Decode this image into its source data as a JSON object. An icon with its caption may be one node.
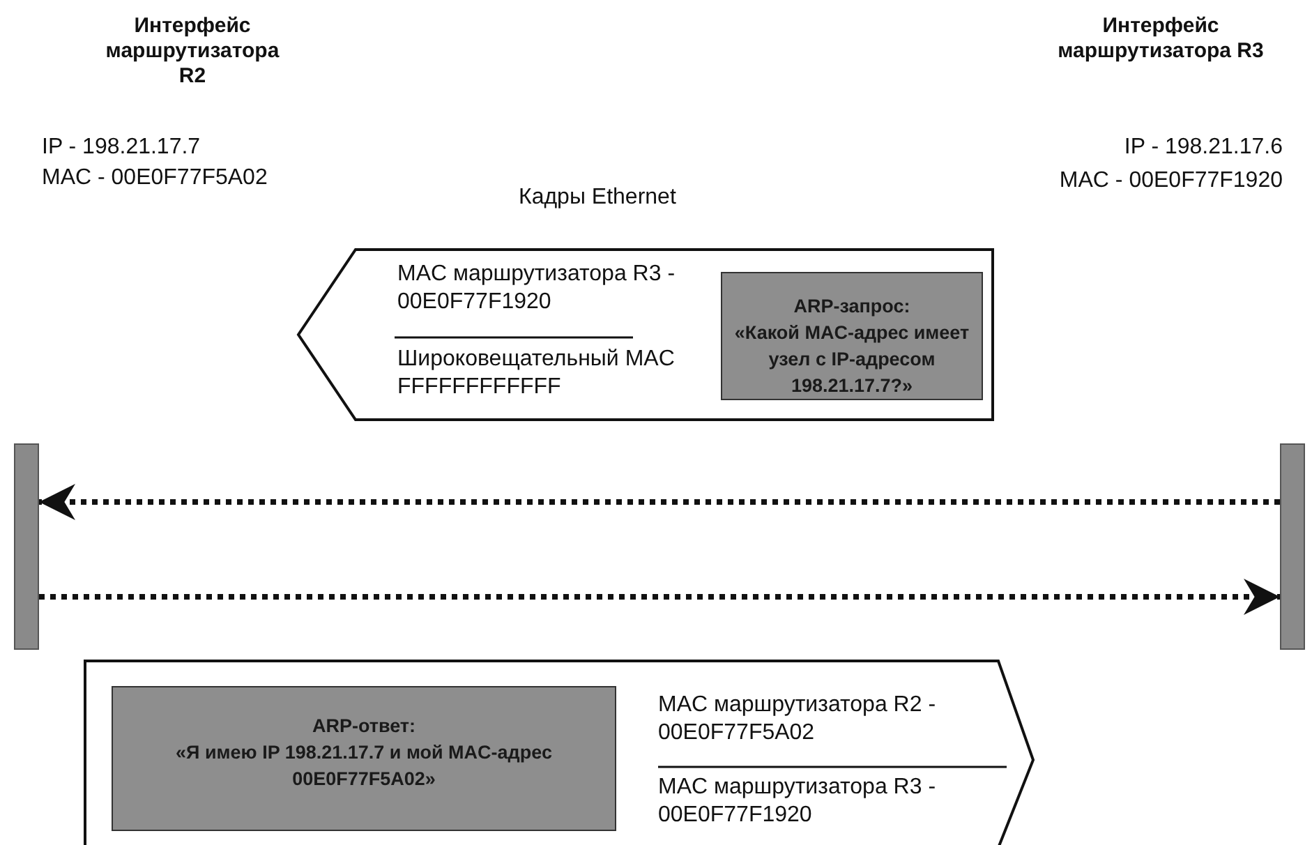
{
  "diagram": {
    "nodes": [
      {
        "text": [],
        "shape": "pentagon"
      },
      {
        "text": [
          "MAC маршрутизатора R3 - 00E0F77F1920"
        ],
        "in": 0
      },
      {
        "text": [
          "Широковещательный MAC FFFFFFFFFFFF"
        ],
        "in": 0
      },
      {
        "text": [
          "ARP-запрос:",
          "«Какой MAC-адрес имеет узел с IP-адресом **198.21.17.7?**»"
        ],
        "in": 0
      },
      {
        "text": [],
        "shape": "pentagon"
      },
      {
        "text": [
          "ARP-ответ:",
          "«Я имею IP 198.21.17.7 и мой MAC-адрес **00E0F77F5A02**»"
        ],
        "in": 4
      },
      {
        "text": [
          "MAC маршрутизатора R2 - 00E0F77F5A02"
        ],
        "in": 4
      },
      {
        "text": [
          "MAC маршрутизатора R3 - 00E0F77F1920"
        ],
        "in": 4
      },
      {
        "text": [],
        "shape": "bar"
      },
      {
        "text": [],
        "shape": "bar"
      }
    ],
    "edges": [
      {
        "from": 9,
        "to": 8,
        "arrow": "to",
        "style": "dashed"
      },
      {
        "from": 8,
        "to": 9,
        "arrow": "to",
        "style": "dashed"
      }
    ],
    "labels": [
      "Интерфейс маршрутизатора R2",
      "Интерфейс маршрутизатора R3",
      "IP - 198.21.17.7",
      "IP - 198.21.17.6",
      "MAC - 00E0F77F5A02",
      "MAC - 00E0F77F1920",
      "Кадры Ethernet"
    ]
  }
}
